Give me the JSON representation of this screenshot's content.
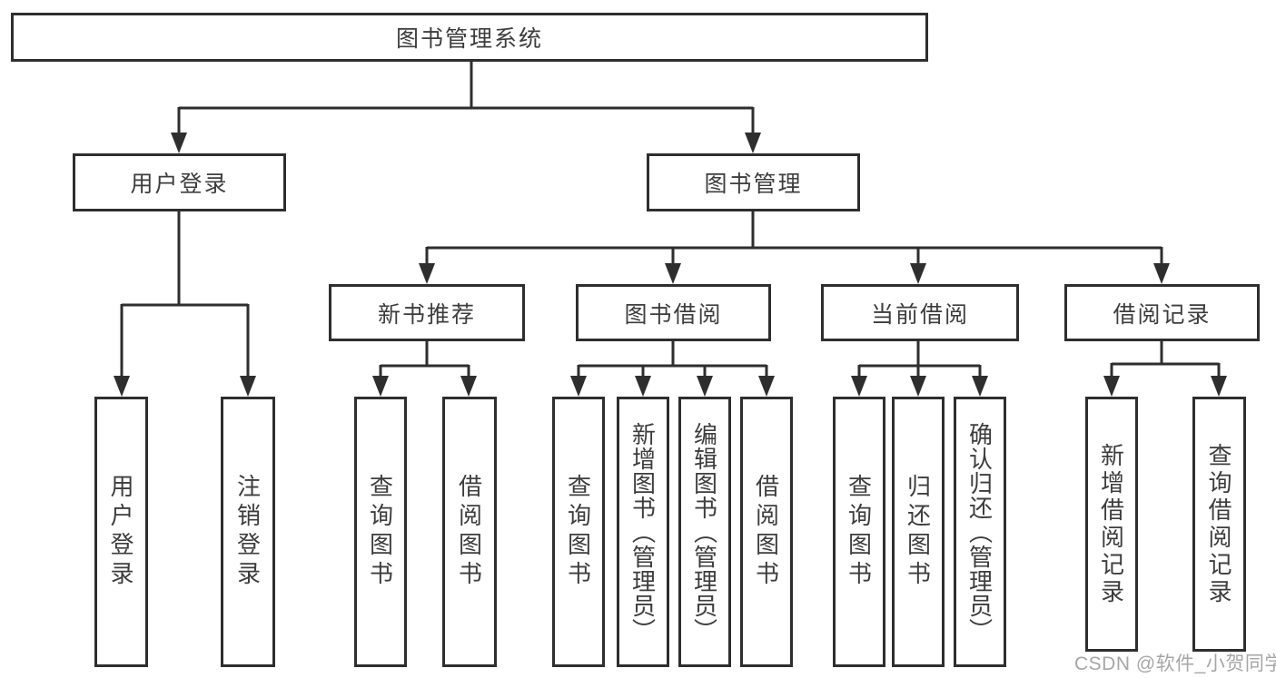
{
  "nodes": {
    "root": "图书管理系统",
    "user_login": "用户登录",
    "book_management": "图书管理",
    "new_book_recommend": "新书推荐",
    "book_borrow": "图书借阅",
    "current_borrow": "当前借阅",
    "borrow_records": "借阅记录"
  },
  "leaves": {
    "user_login": [
      "用户登录",
      "注销登录"
    ],
    "new_book_recommend": [
      "查询图书",
      "借阅图书"
    ],
    "book_borrow": [
      "查询图书",
      "新增图书（管理员）",
      "编辑图书（管理员）",
      "借阅图书"
    ],
    "current_borrow": [
      "查询图书",
      "归还图书",
      "确认归还（管理员）"
    ],
    "borrow_records": [
      "新增借阅记录",
      "查询借阅记录"
    ]
  },
  "watermark": "CSDN @软件_小贺同学",
  "colors": {
    "line": "#2e2e2e",
    "text": "#3d3d3d",
    "watermark": "#a6a6a6",
    "background": "#ffffff"
  }
}
